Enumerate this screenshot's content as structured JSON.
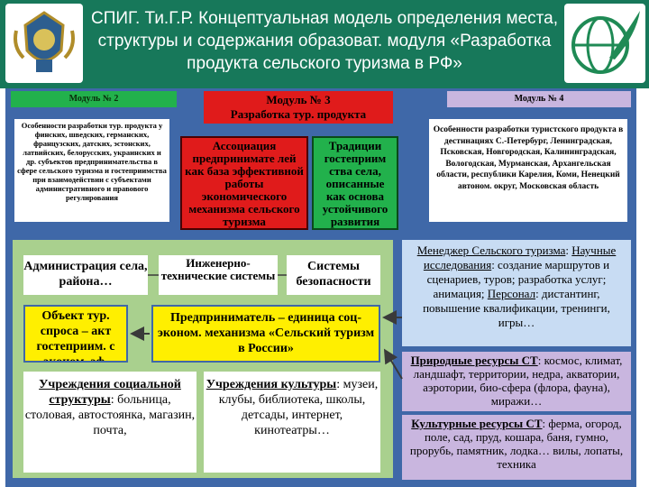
{
  "title": "СПИГ. Ти.Г.Р. Концептуальная модель определения места, структуры и содержания образоват. модуля «Разработка продукта сельского туризма в РФ»",
  "tabs": {
    "m2": "Модуль № 2",
    "m3_line1": "Модуль № 3",
    "m3_line2": "Разработка тур. продукта",
    "m4": "Модуль № 4"
  },
  "boxes": {
    "m2_text": "Особенности разработки тур. продукта у финских, шведских, германских, французских, датских, эстонских, латвийских, белорусских, украинских и др. субъектов предпринимательства в сфере сельского туризма и гостеприимства при взаимодействии с субъектами административного и правового регулирования",
    "assoc": "Ассоциация предпринимате лей как база эффективной работы экономического механизма сельского туризма",
    "traditions": "Традиции гостеприим ства села, описанные как основа устойчивого развития сельского туризма",
    "m4_text": "Особенности разработки туристского продукта в дестинациях С.-Петербург, Ленинградская, Псковская, Новгородская, Калининградская, Вологодская, Мурманская, Архангельская области, республики Карелия, Коми, Ненецкий автоном. округ, Московская область",
    "admin": "Администрация села, района…",
    "engineering": "Инженерно-технические системы",
    "security": "Системы безопасности",
    "tour_object": "Объект тур. спроса – акт гостеприим. с эконом. эф.",
    "entrepreneur": "Предприниматель – единица соц-эконом. механизма «Сельский туризм в России»",
    "social_title": "Учреждения социальной структуры",
    "social_text": ": больница, столовая, автостоянка, магазин, почта,",
    "culture_title": "Учреждения культуры",
    "culture_text": ": музеи, клубы, библиотека, школы, детсады, интернет, кинотеатры…",
    "manager_title": "Менеджер Сельского туризма",
    "manager_research_label": "Научные исследования",
    "manager_research_text": ": создание маршрутов и сценариев, туров; разработка услуг; анимация;",
    "manager_staff_label": "Персонал",
    "manager_staff_text": ": дистантинг, повышение квалификации, тренинги, игры…",
    "natural_title": "Природные ресурсы СТ",
    "natural_text": ": космос, климат, ландшафт, территории, недра, акватории, аэротории, био-сфера (флора, фауна), миражи…",
    "cultural_res_title": "Культурные ресурсы СТ",
    "cultural_res_text": ": ферма, огород, поле, сад, пруд, кошара, баня, гумно, прорубь, памятник, лодка… вилы, лопаты, техника"
  },
  "colors": {
    "header_green": "#17785a",
    "background_blue": "#3f68a8",
    "green_box": "#22b14c",
    "red_box": "#e01b1b",
    "yellow_box": "#ffef00",
    "lavender_box": "#c9b6df",
    "lightblue_box": "#c8dcf3",
    "panel_green": "#a9d08e"
  }
}
